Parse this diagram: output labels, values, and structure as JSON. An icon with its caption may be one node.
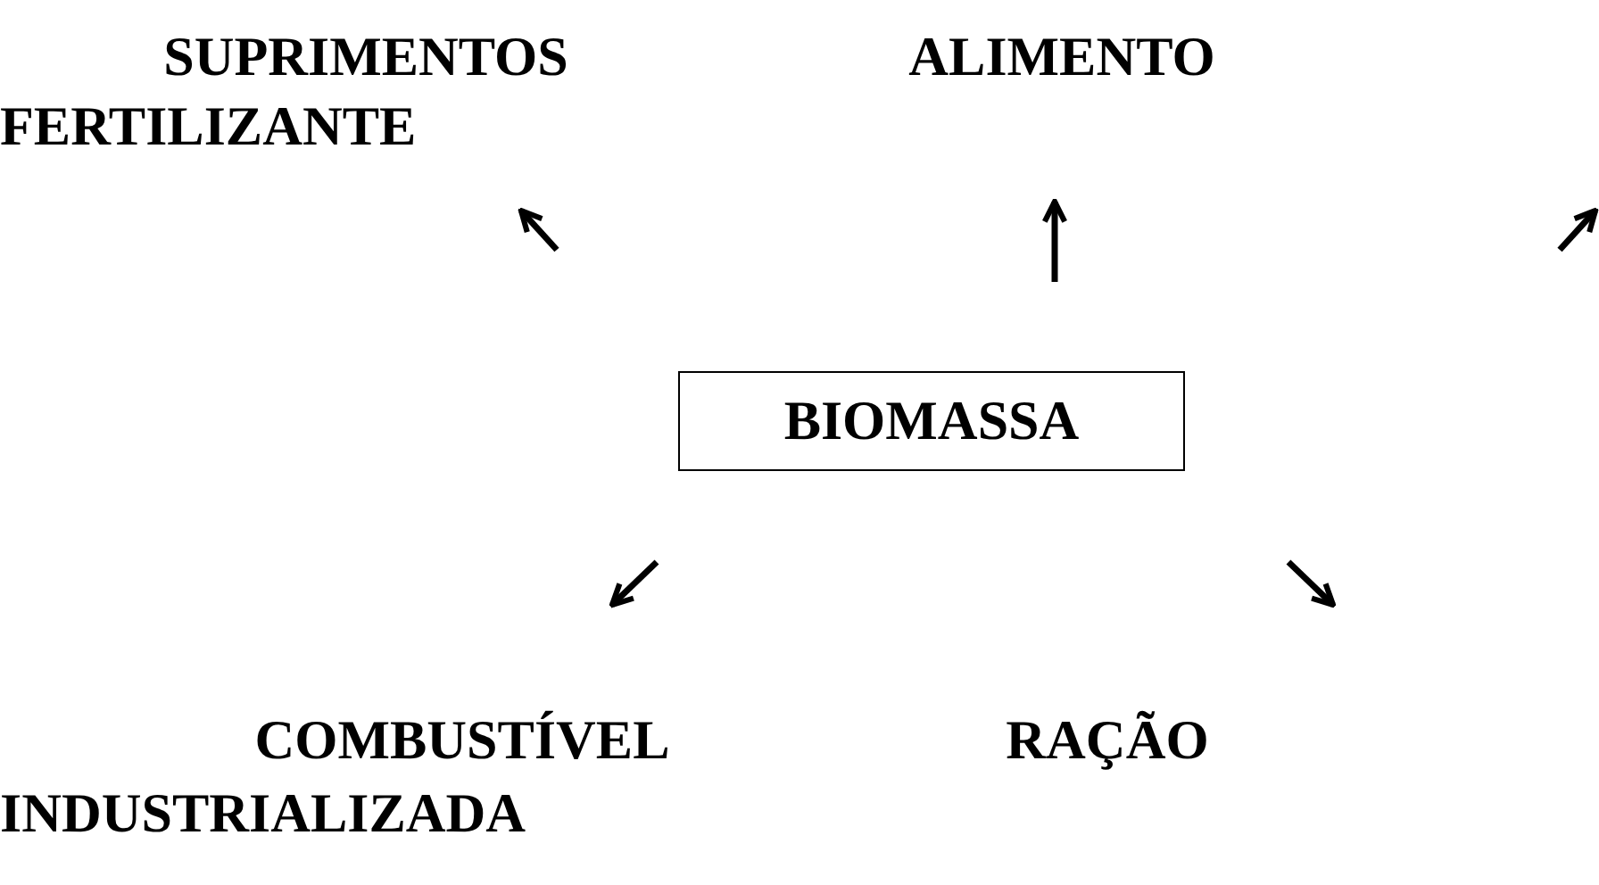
{
  "diagram": {
    "nodes": [
      {
        "text": [
          "BIOMASSA"
        ]
      },
      {
        "text": [
          "SUPRIMENTOS"
        ]
      },
      {
        "text": [
          "ALIMENTO"
        ]
      },
      {
        "text": [
          "COMBUSTÍVEL"
        ]
      },
      {
        "text": [
          "RAÇÃO"
        ]
      }
    ],
    "labels": [
      "FERTILIZANTE",
      "INDUSTRIALIZADA"
    ]
  }
}
